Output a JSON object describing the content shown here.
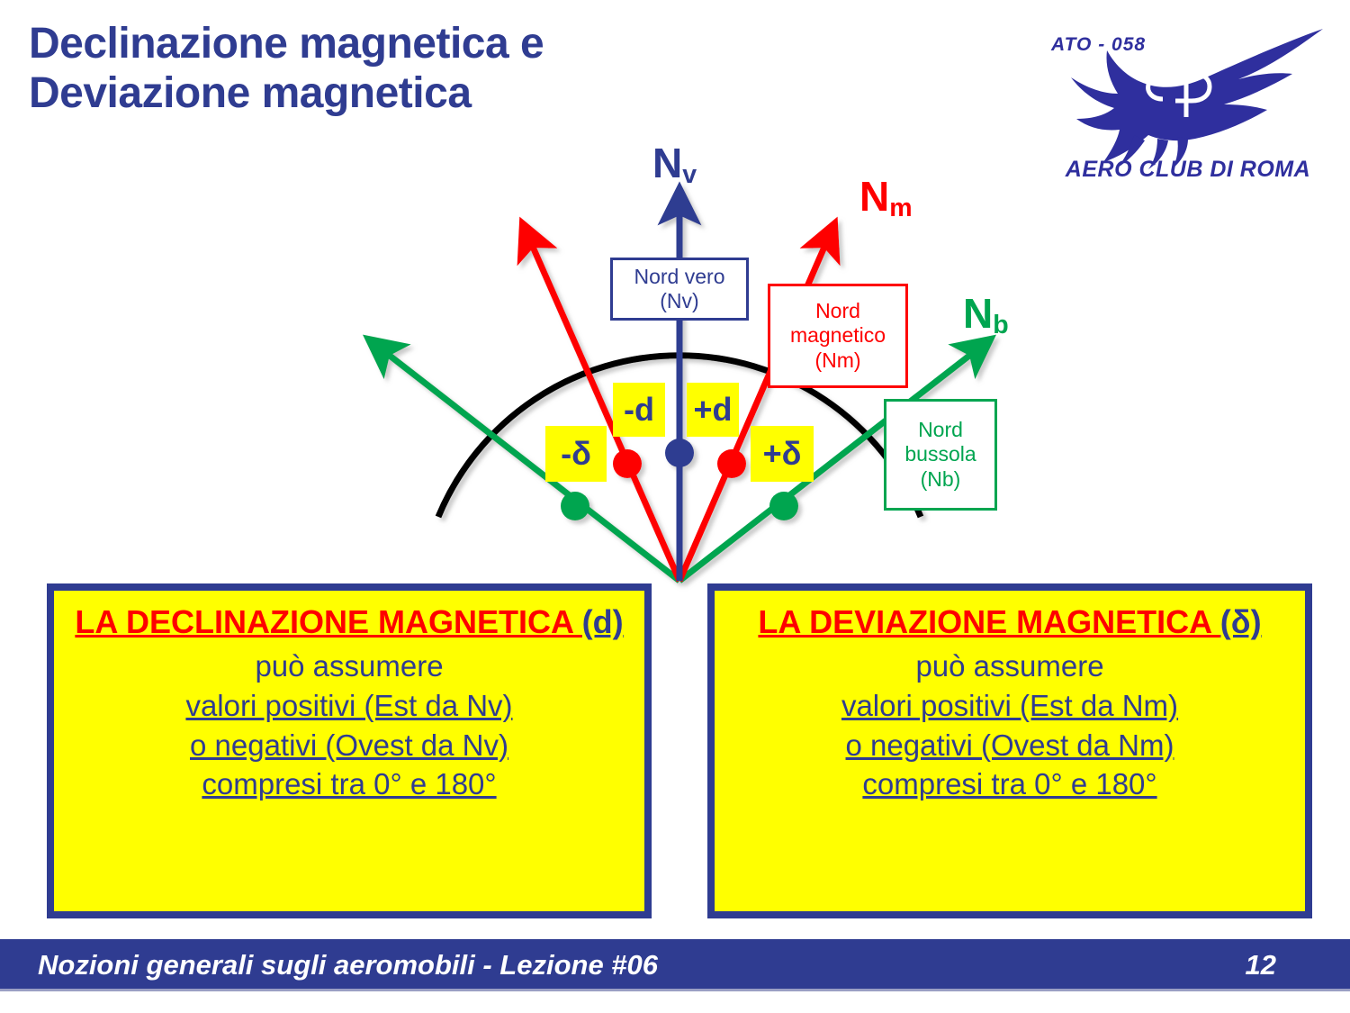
{
  "title": "Declinazione magnetica  e\nDeviazione magnetica",
  "logo": {
    "ato": "ATO - 058",
    "org": "AERO CLUB DI ROMA",
    "monogram": "ep"
  },
  "diagram": {
    "ray_labels": {
      "true_north": {
        "main": "N",
        "sub": "v",
        "color": "#2f3c91"
      },
      "magnetic_north": {
        "main": "N",
        "sub": "m",
        "color": "#fe0000"
      },
      "compass_north": {
        "main": "N",
        "sub": "b",
        "color": "#00a550"
      }
    },
    "callouts": {
      "true_north": "Nord vero\n(Nv)",
      "magnetic_north": "Nord\nmagnetico\n(Nm)",
      "compass_north": "Nord\nbussola\n(Nb)"
    },
    "angle_tags": {
      "minus_d": "-d",
      "plus_d": "+d",
      "minus_delta": "-δ",
      "plus_delta": "+δ"
    }
  },
  "statements": {
    "left": {
      "head_red": "LA DECLINAZIONE\nMAGNETICA ",
      "head_symbol": "(d)",
      "line1": "può assumere",
      "line2": "valori positivi (Est da Nv)",
      "line3": "o negativi (Ovest  da Nv)",
      "line4": "compresi tra 0° e 180°"
    },
    "right": {
      "head_red": "LA DEVIAZIONE\nMAGNETICA ",
      "head_symbol": "(δ)",
      "line1": "può assumere",
      "line2": "valori positivi (Est da Nm)",
      "line3": "o negativi (Ovest  da Nm)",
      "line4": "compresi tra 0° e 180°"
    }
  },
  "footer": {
    "text": "Nozioni generali sugli aeromobili - Lezione #06",
    "page": "12"
  },
  "colors": {
    "brand_blue": "#2f3c91",
    "red": "#fe0000",
    "green": "#00a550",
    "yellow": "#ffff00"
  }
}
